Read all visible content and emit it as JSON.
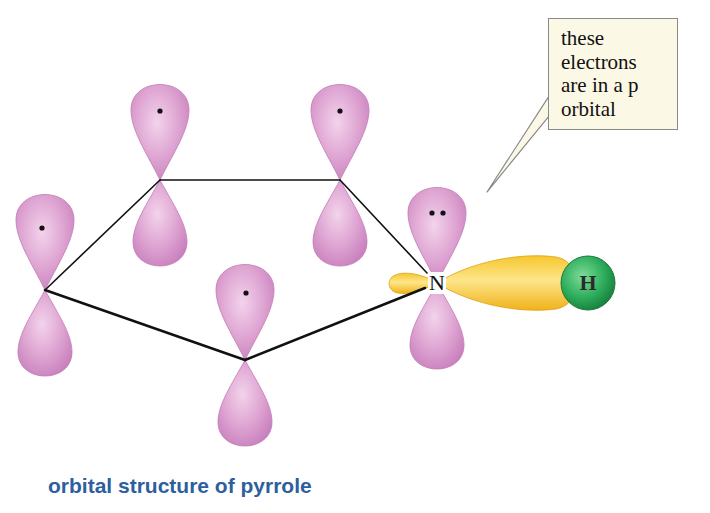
{
  "diagram": {
    "caption": "orbital structure of pyrrole",
    "nodes": [
      {
        "text": [
          "these electrons are in a p orbital"
        ]
      },
      {
        "text": [
          "H"
        ]
      }
    ],
    "labels": [
      "N"
    ]
  }
}
